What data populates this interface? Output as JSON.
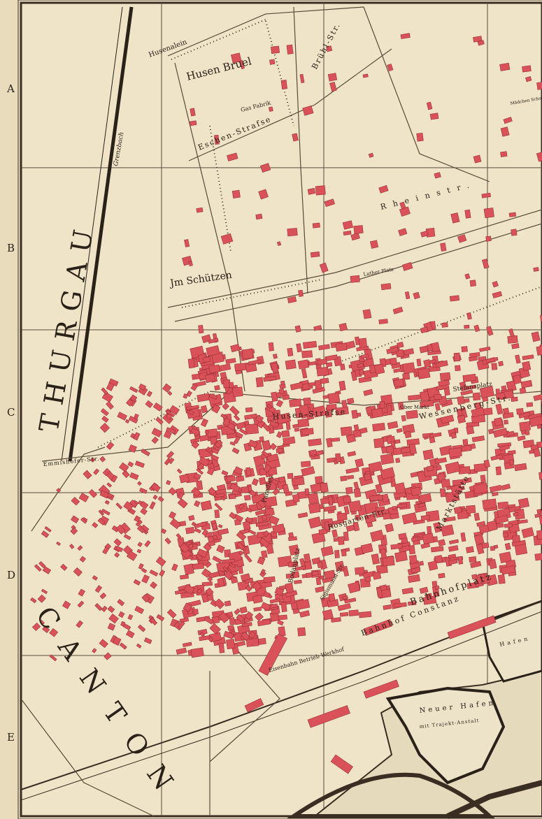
{
  "map": {
    "grid_rows": [
      "A",
      "B",
      "C",
      "D",
      "E"
    ],
    "regions": {
      "region_word_1": "THURGAU",
      "region_word_2": "CANTON"
    },
    "labels": {
      "husenalein": "Husenalein",
      "husen_bruel": "Husen Bruel",
      "gas_fabrik": "Gas Fabrik",
      "eschen_strasse": "Eschen-Strafse",
      "bruhl_strasse": "Brühl-Str.",
      "grenzbach": "Grenzbach",
      "rhein_strasse": "Rheinstr.",
      "im_schutzen": "Jm Schützen",
      "luther_platz": "Luther Platz",
      "husen_strasse": "Husen-Strafse",
      "wessenberg_strasse": "Wessenberg-Str.",
      "stefansplatz": "Stefansplatz",
      "ober_markt": "Ober Markt",
      "rosgarten_strasse": "Rosgarten-Str.",
      "marktstatte": "Marktstätte",
      "bodanplatz": "Bodanplatz",
      "sigismund_str": "Sigismund-Str.",
      "bahnhofplatz": "Bahnhofplatz",
      "bahnhof_constanz": "Bahnhof Constanz",
      "eisenbahn_werkhof": "Eisenbahn Betrieb Werkhof",
      "neuer_hafen": "Neuer Hafen",
      "trajekt": "mit Trajekt-Anstalt",
      "emmishofer_strasse": "Emmishofer-Str.",
      "hafen": "Hafen",
      "mädchen_schule": "Mädchen Schulhaus",
      "paradies": "Paradies"
    },
    "colors": {
      "paper": "#efe4c8",
      "building": "#d9525a",
      "building_edge": "#9e2f36",
      "water": "#e8ddc2",
      "ink": "#2a2118"
    }
  }
}
